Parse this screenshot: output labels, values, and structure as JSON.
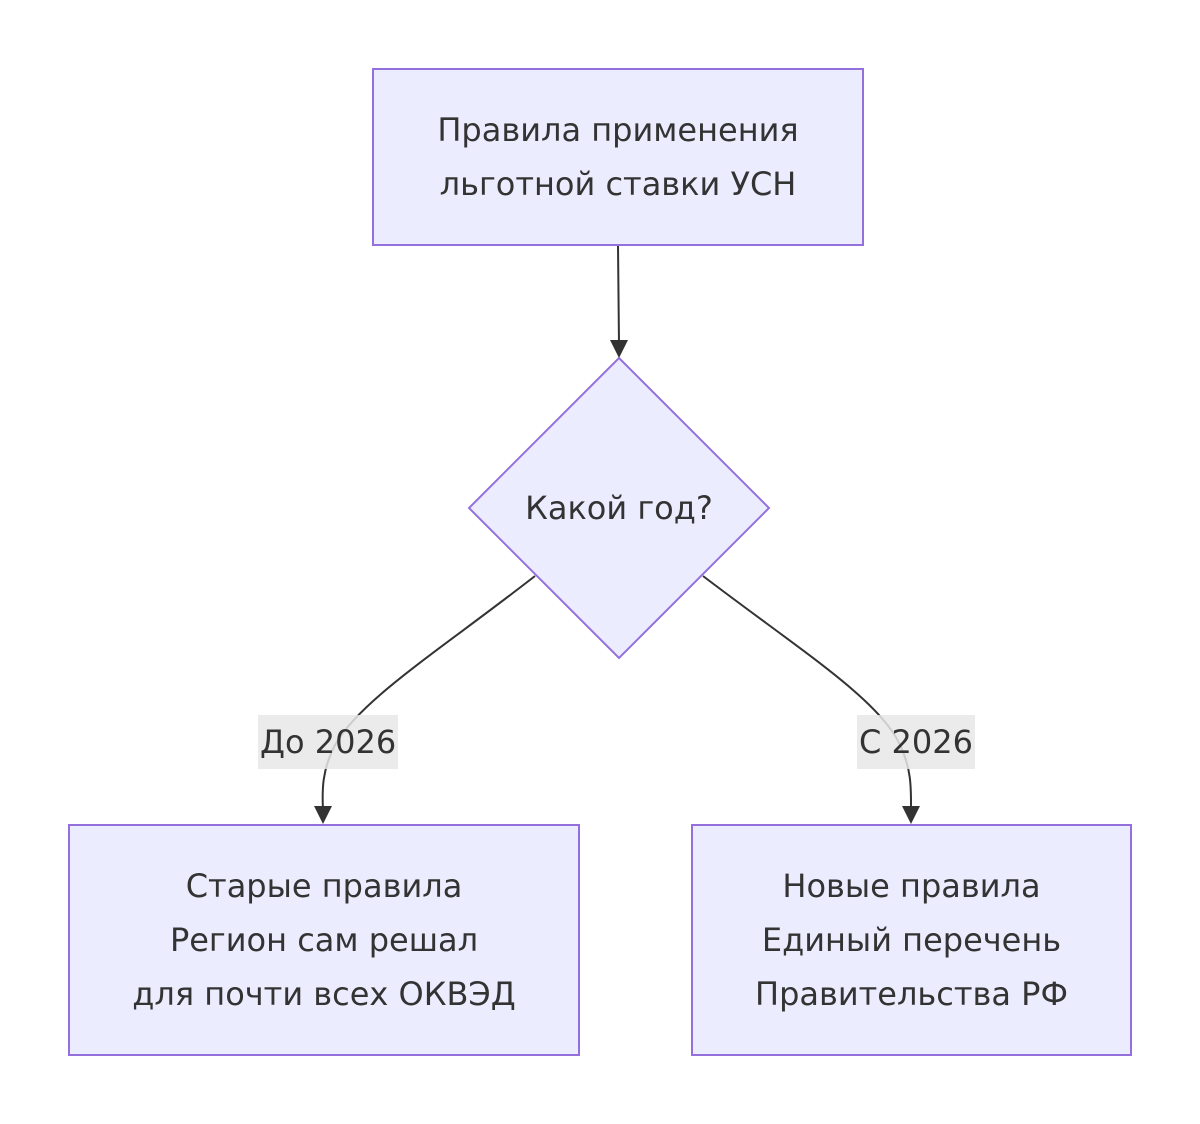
{
  "diagram": {
    "colors": {
      "node_fill": "#ECECFF",
      "node_stroke": "#9370DB",
      "edge": "#333333",
      "text": "#333333",
      "edge_label_bg": "#E8E8E8"
    },
    "nodes": {
      "start": {
        "line1": "Правила применения",
        "line2": "льготной ставки УСН"
      },
      "decision": {
        "text": "Какой год?"
      },
      "old_rules": {
        "line1": "Старые правила",
        "line2": "Регион сам решал",
        "line3": "для почти всех ОКВЭД"
      },
      "new_rules": {
        "line1": "Новые правила",
        "line2": "Единый перечень",
        "line3": "Правительства РФ"
      }
    },
    "edges": {
      "left_label": "До 2026",
      "right_label": "С 2026"
    }
  }
}
